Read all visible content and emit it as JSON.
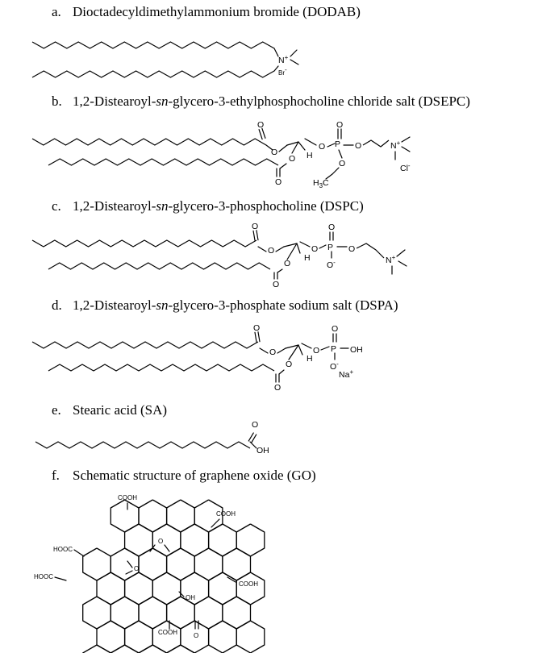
{
  "figure": {
    "captions": [
      {
        "letter": "a.",
        "pre": "Dioctadecyldimethylammonium bromide (DODAB)",
        "ital": "",
        "post": ""
      },
      {
        "letter": "b.",
        "pre": "1,2-Distearoyl-",
        "ital": "sn",
        "post": "-glycero-3-ethylphosphocholine chloride salt (DSEPC)"
      },
      {
        "letter": "c.",
        "pre": "1,2-Distearoyl-",
        "ital": "sn",
        "post": "-glycero-3-phosphocholine (DSPC)"
      },
      {
        "letter": "d.",
        "pre": "1,2-Distearoyl-",
        "ital": "sn",
        "post": "-glycero-3-phosphate sodium salt (DSPA)"
      },
      {
        "letter": "e.",
        "pre": "Stearic acid (SA)",
        "ital": "",
        "post": ""
      },
      {
        "letter": "f.",
        "pre": "Schematic structure of graphene oxide (GO)",
        "ital": "",
        "post": ""
      }
    ],
    "atoms": {
      "O": "O",
      "P": "P",
      "H": "H",
      "OH": "OH",
      "N_plus": "N+",
      "Br_minus": "Br-",
      "Cl_minus": "Cl-",
      "O_minus": "O-",
      "Na_plus": "Na+",
      "H3C": "H3C",
      "COOH": "COOH",
      "HOOC": "HOOC"
    }
  }
}
